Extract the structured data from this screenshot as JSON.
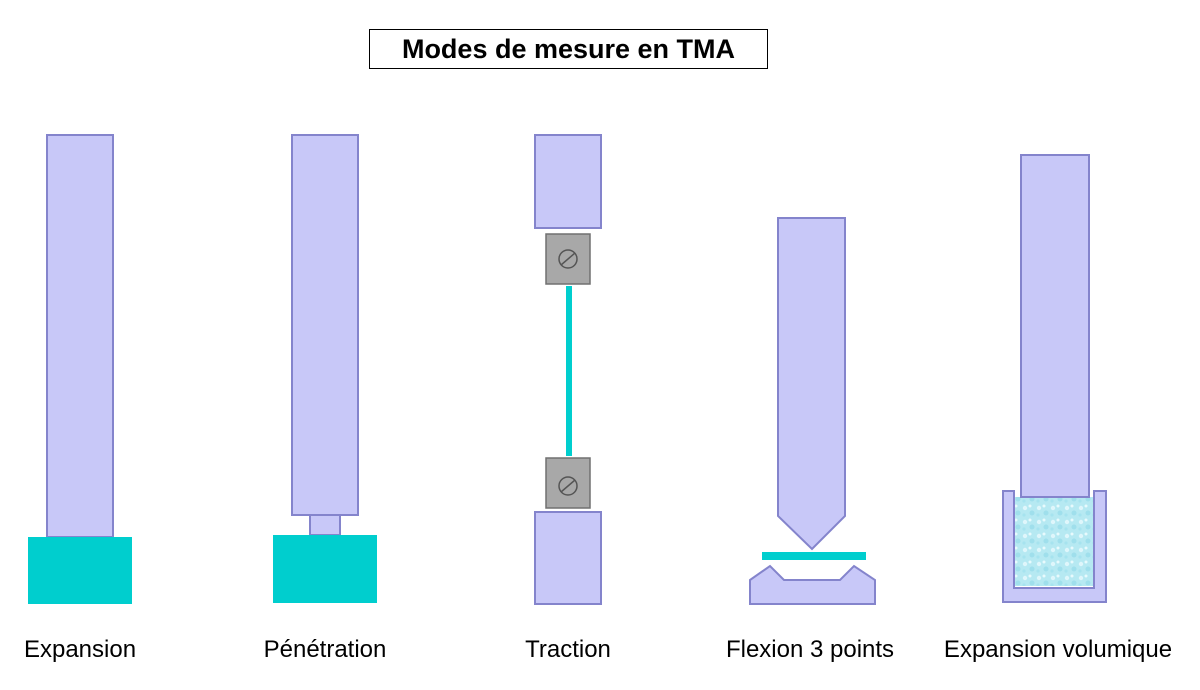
{
  "title": "Modes de mesure en TMA",
  "modes": [
    {
      "label": "Expansion"
    },
    {
      "label": "Pénétration"
    },
    {
      "label": "Traction"
    },
    {
      "label": "Flexion 3 points"
    },
    {
      "label": "Expansion volumique"
    }
  ],
  "colors": {
    "probe_fill": "#c8c8f8",
    "probe_stroke": "#8484cc",
    "sample_fill": "#00cece",
    "clamp_fill": "#a8a8a8",
    "clamp_stroke": "#707070",
    "powder_fill": "#b6e9f2",
    "text": "#000000"
  }
}
